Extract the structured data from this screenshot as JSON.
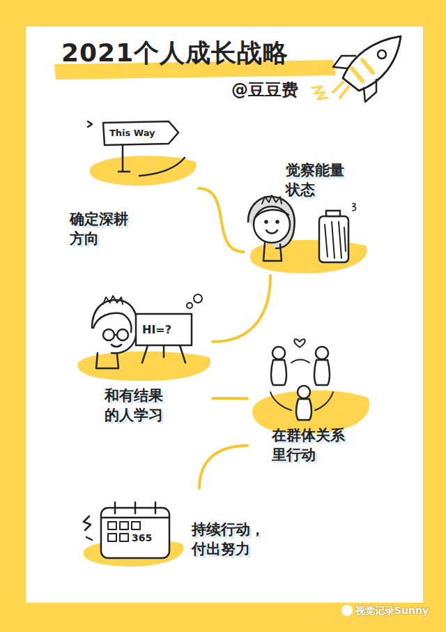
{
  "diagram": {
    "title": "2021个人成长战略",
    "nodes": [
      {
        "text": [
          "确定深耕方向"
        ]
      },
      {
        "text": [
          "觉察能量状态"
        ]
      },
      {
        "text": [
          "和有结果的人学习"
        ]
      },
      {
        "text": [
          "在群体关系里行动"
        ]
      },
      {
        "text": [
          "持续行动，付出努力"
        ]
      }
    ],
    "edges": [
      {
        "from": 0,
        "to": 1,
        "arrow": "none"
      },
      {
        "from": 1,
        "to": 2,
        "arrow": "none"
      },
      {
        "from": 2,
        "to": 3,
        "arrow": "none"
      },
      {
        "from": 3,
        "to": 4,
        "arrow": "none"
      }
    ],
    "labels": [
      "@豆豆费",
      "This Way",
      "HI=?",
      "365",
      "视觉记录Sunny"
    ]
  }
}
